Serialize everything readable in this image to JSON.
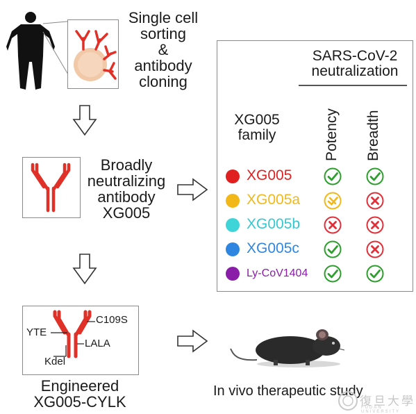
{
  "workflow": {
    "step1_text": [
      "Single cell",
      "sorting",
      "&",
      "antibody",
      "cloning"
    ],
    "step2_text": [
      "Broadly",
      "neutralizing",
      "antibody",
      "XG005"
    ],
    "step3_labels": {
      "c109s": "C109S",
      "yte": "YTE",
      "lala": "LALA",
      "kdel": "Kdel"
    },
    "step3_caption": [
      "Engineered",
      "XG005-CYLK"
    ],
    "step4_caption": "In vivo therapeutic study"
  },
  "panel": {
    "header": [
      "SARS-CoV-2",
      "neutralization"
    ],
    "family_label": [
      "XG005",
      "family"
    ],
    "col_potency": "Potency",
    "col_breadth": "Breadth",
    "rows": [
      {
        "name": "XG005",
        "dot_color": "#e02020",
        "text_color": "#e02020",
        "potency": "check",
        "breadth": "check"
      },
      {
        "name": "XG005a",
        "dot_color": "#f2b81a",
        "text_color": "#f2b81a",
        "potency": "partial",
        "breadth": "cross"
      },
      {
        "name": "XG005b",
        "dot_color": "#3fd4d8",
        "text_color": "#35c8d0",
        "potency": "cross",
        "breadth": "cross"
      },
      {
        "name": "XG005c",
        "dot_color": "#2f86e0",
        "text_color": "#2f86e0",
        "potency": "check",
        "breadth": "cross"
      },
      {
        "name": "Ly-CoV1404",
        "dot_color": "#8a1ea8",
        "text_color": "#8a1ea8",
        "potency": "check",
        "breadth": "check"
      }
    ]
  },
  "colors": {
    "check": "#2e9e2e",
    "cross": "#e0303a",
    "partial": "#f2b81a",
    "antibody": "#e03128",
    "cell": "#f1c9a8"
  },
  "watermark": {
    "university_en": "FUDAN UNIVERSITY",
    "university_cn": "復旦大學"
  }
}
